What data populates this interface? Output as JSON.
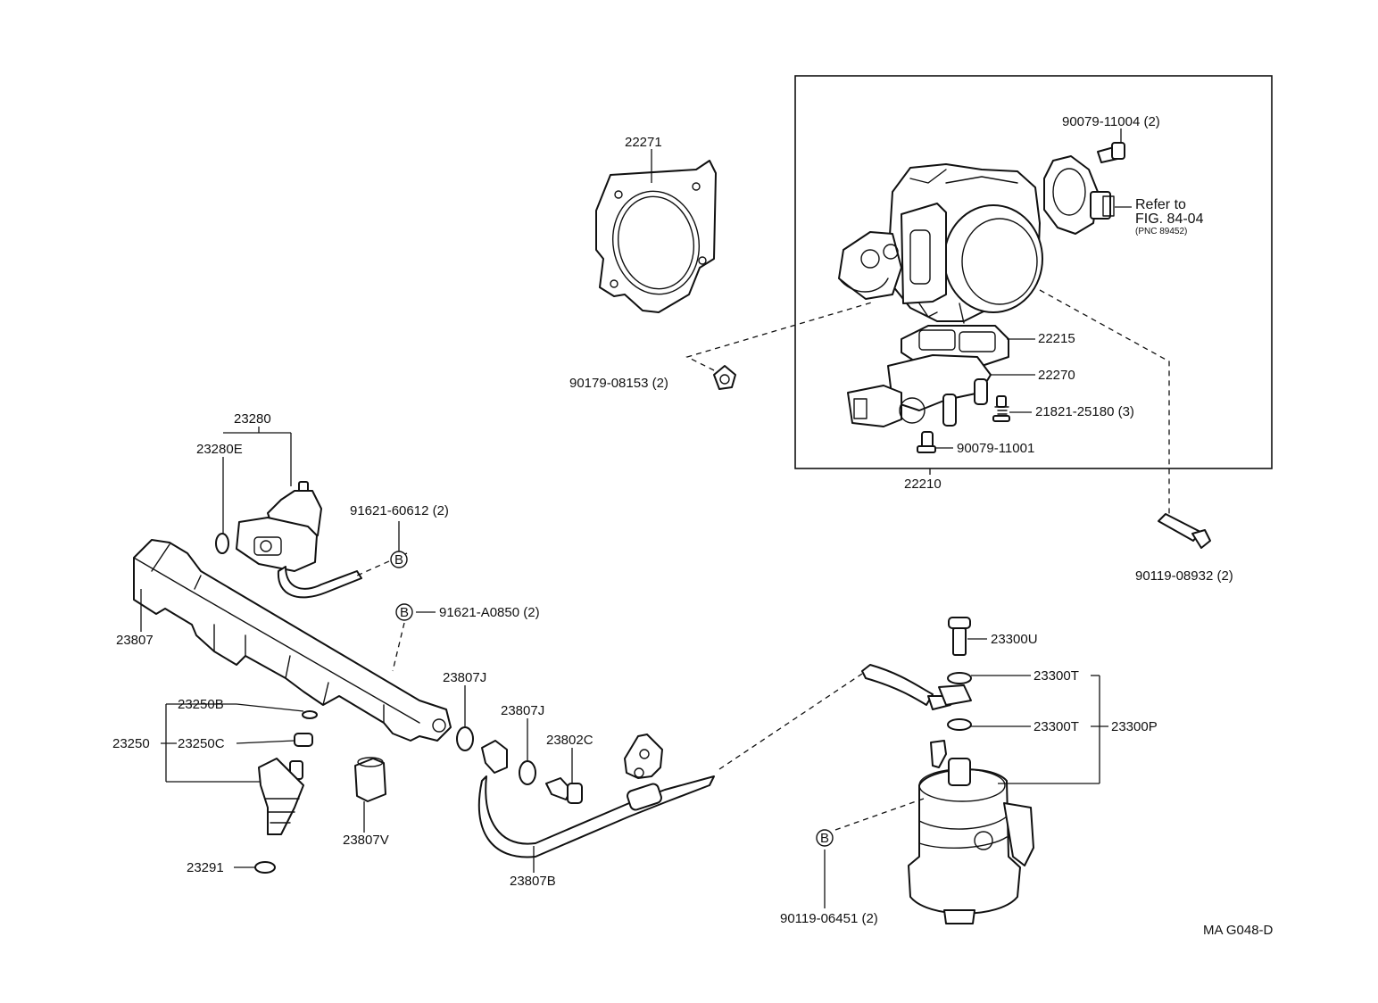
{
  "labels": {
    "p22271": "22271",
    "p90079_11004": "90079-11004 (2)",
    "refer_line1": "Refer to",
    "refer_line2": "FIG. 84-04",
    "refer_line3": "(PNC 89452)",
    "p22215": "22215",
    "p22270": "22270",
    "p21821_25180": "21821-25180 (3)",
    "p90079_11001": "90079-11001",
    "p22210": "22210",
    "p90179_08153": "90179-08153 (2)",
    "p90119_08932": "90119-08932 (2)",
    "p23280": "23280",
    "p23280E": "23280E",
    "p91621_60612": "91621-60612 (2)",
    "p91621_A0850": "91621-A0850 (2)",
    "p23807": "23807",
    "p23807J_a": "23807J",
    "p23807J_b": "23807J",
    "p23802C": "23802C",
    "p23250B": "23250B",
    "p23250": "23250",
    "p23250C": "23250C",
    "p23807V": "23807V",
    "p23291": "23291",
    "p23807B": "23807B",
    "p23300U": "23300U",
    "p23300T_a": "23300T",
    "p23300T_b": "23300T",
    "p23300P": "23300P",
    "p90119_06451": "90119-06451 (2)",
    "figure_code": "MA G048-D",
    "b_mark": "B"
  }
}
